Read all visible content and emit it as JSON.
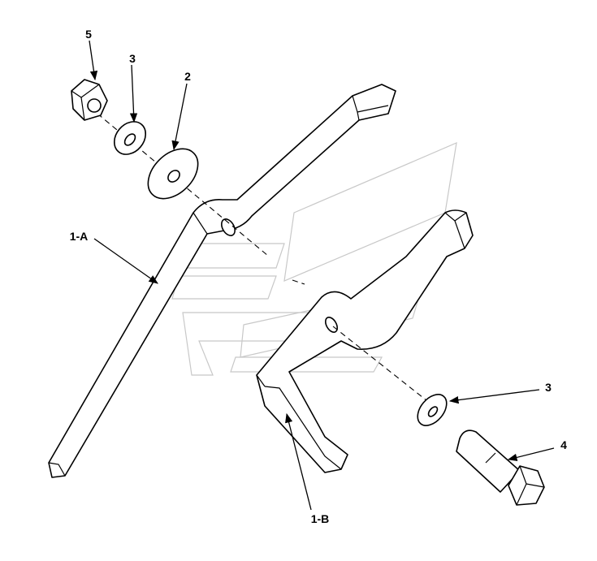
{
  "diagram": {
    "labels": {
      "nut": "5",
      "washer_top": "3",
      "spacer": "2",
      "arm_a": "1-A",
      "arm_b": "1-B",
      "washer_bottom": "3",
      "bolt": "4"
    }
  }
}
